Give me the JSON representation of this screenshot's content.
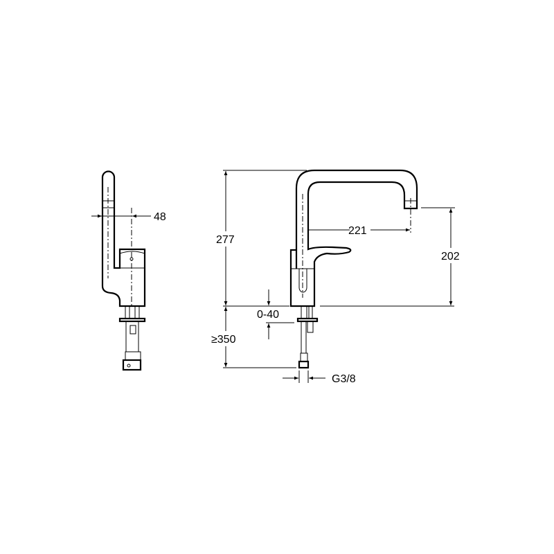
{
  "drawing": {
    "side_view": {
      "dimension_width": "48"
    },
    "front_view": {
      "dimension_total_height": "277",
      "dimension_reach": "221",
      "dimension_spout_height": "202",
      "dimension_deck_thickness": "0-40",
      "dimension_hose_length": "≥350",
      "dimension_connection": "G3/8"
    }
  }
}
